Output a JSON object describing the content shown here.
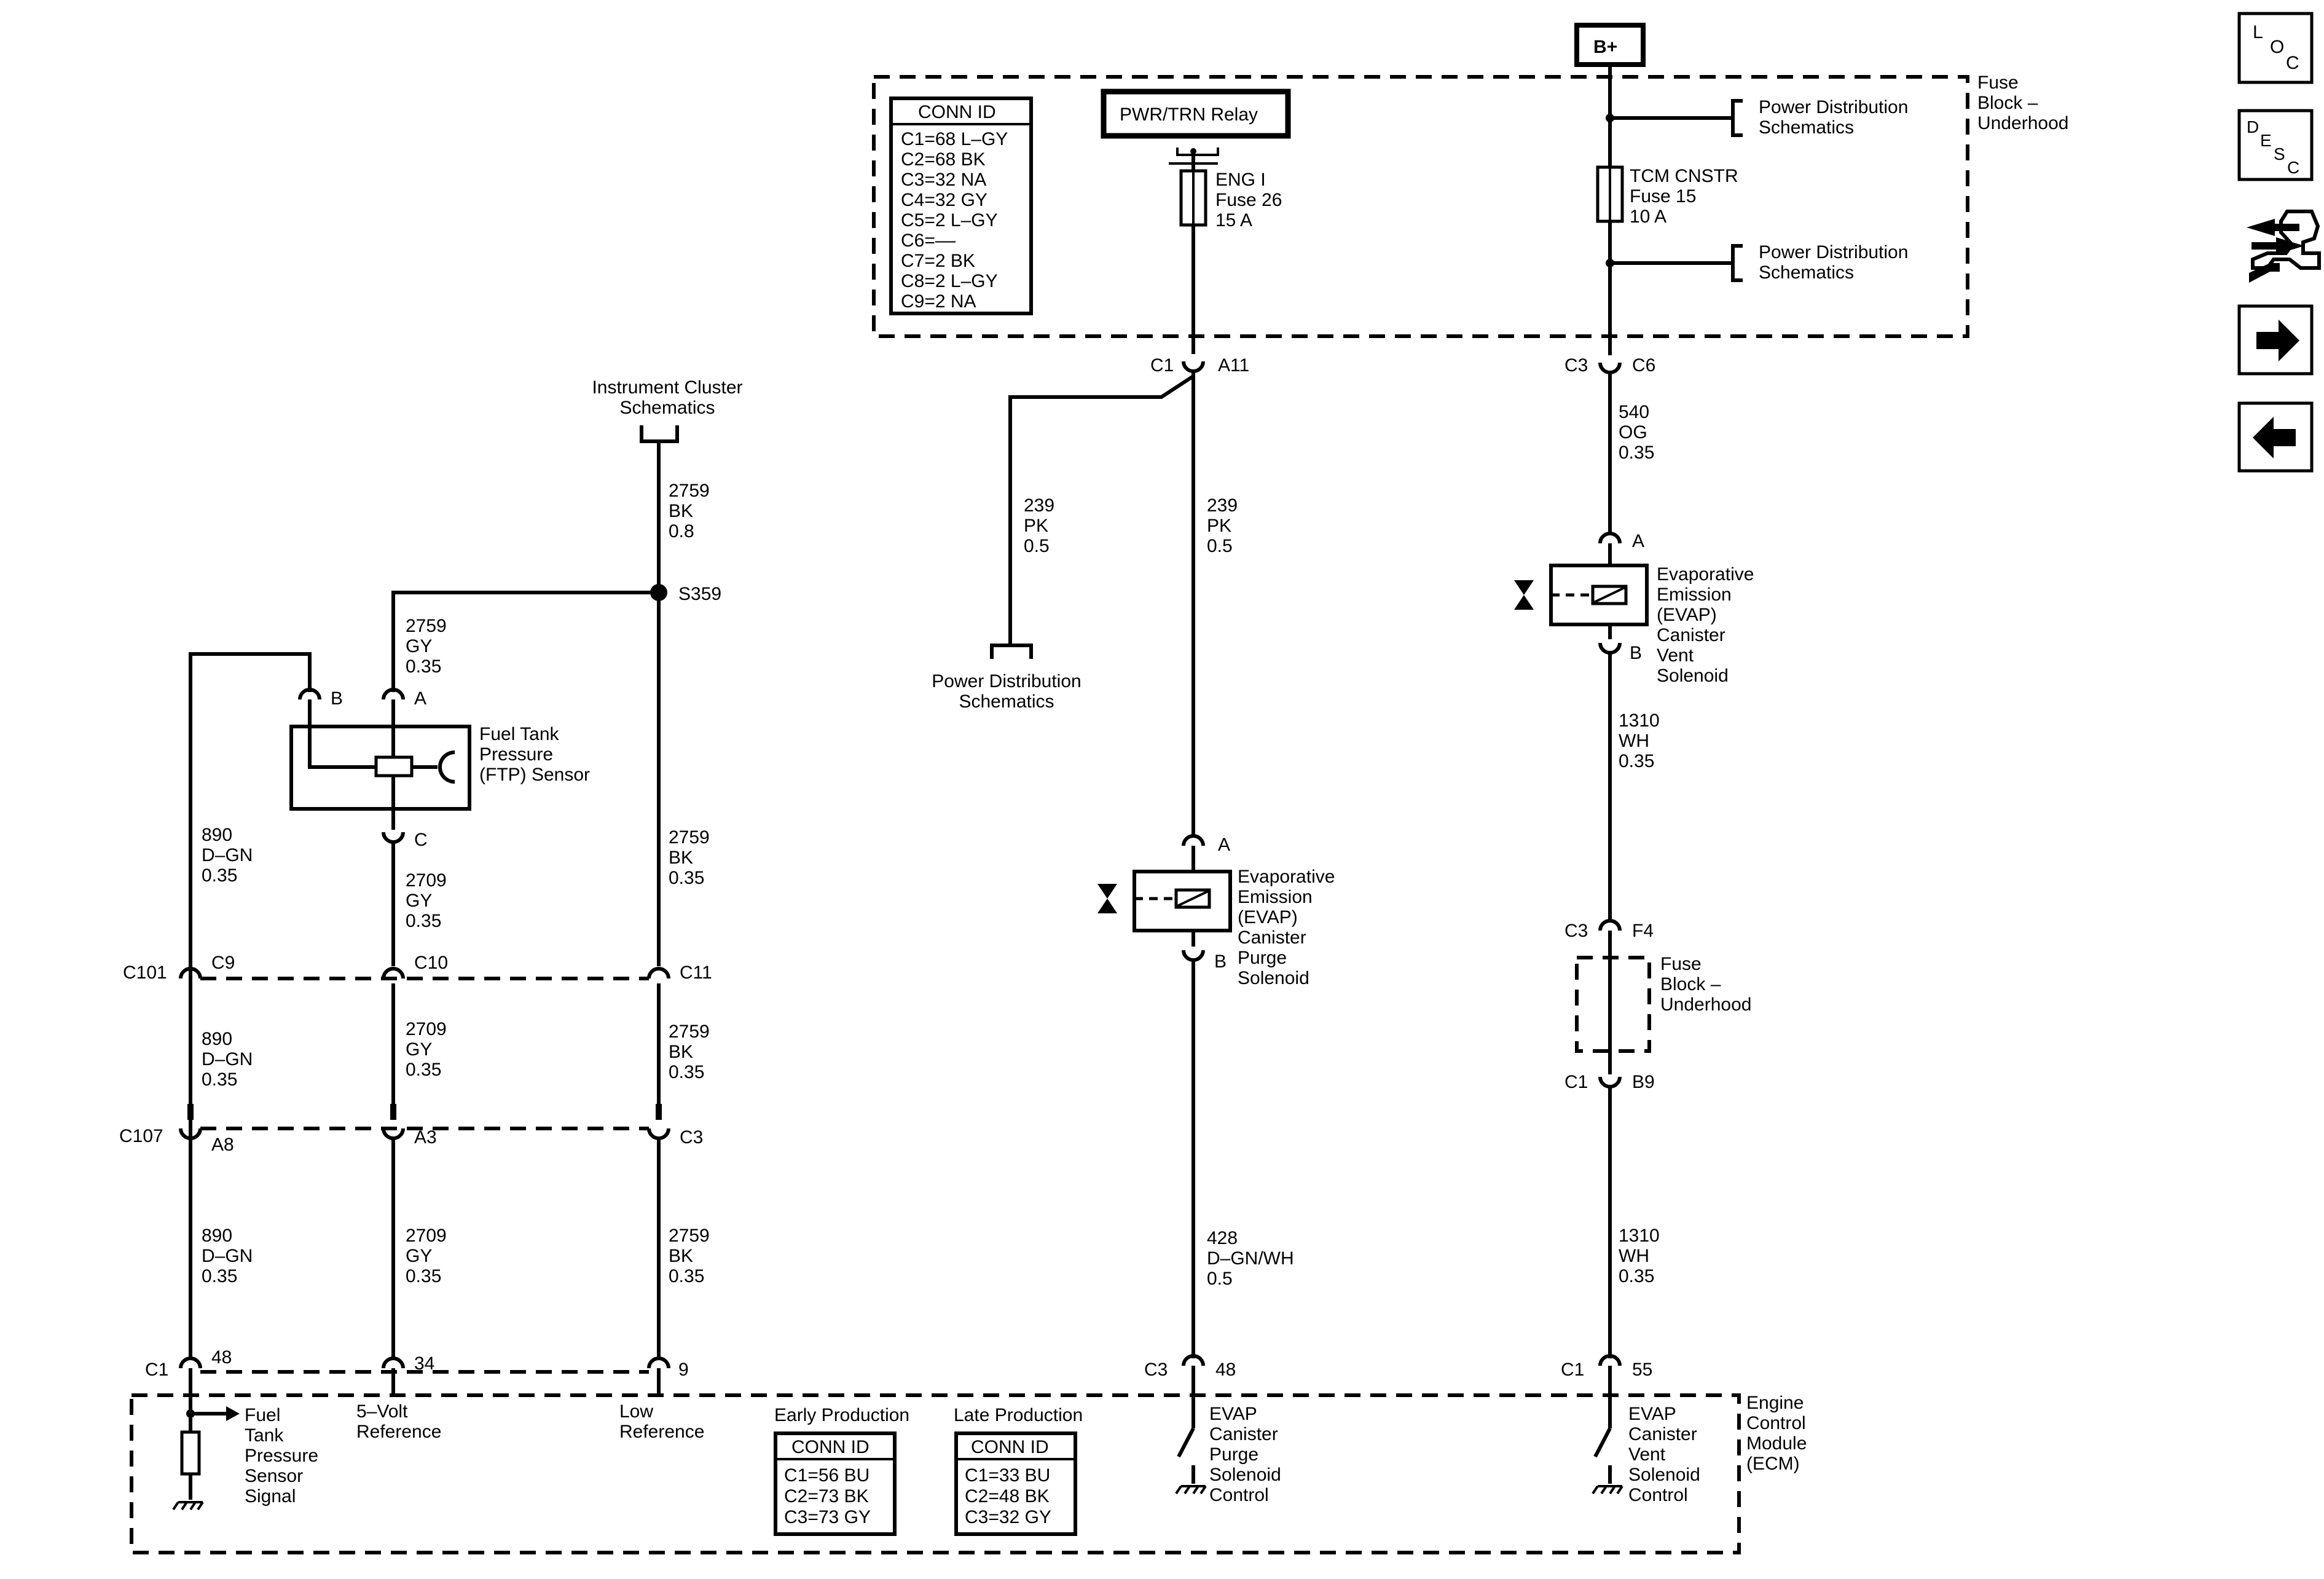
{
  "top": {
    "bplus": "B+",
    "fuse_block_label": [
      "Fuse",
      "Block –",
      "Underhood"
    ],
    "relay": "PWR/TRN Relay",
    "eng_fuse": [
      "ENG I",
      "Fuse 26",
      "15 A"
    ],
    "tcm_fuse": [
      "TCM CNSTR",
      "Fuse 15",
      "10 A"
    ],
    "power_dist_1": [
      "Power Distribution",
      "Schematics"
    ],
    "power_dist_2": [
      "Power Distribution",
      "Schematics"
    ]
  },
  "conn_table_top": {
    "title": "CONN ID",
    "rows": [
      "C1=68 L–GY",
      "C2=68 BK",
      "C3=32 NA",
      "C4=32 GY",
      "C5=2 L–GY",
      "C6=––",
      "C7=2 BK",
      "C8=2 L–GY",
      "C9=2 NA"
    ]
  },
  "connectors": {
    "c1_a11": [
      "C1",
      "A11"
    ],
    "c3_c6": [
      "C3",
      "C6"
    ],
    "c3_f4": [
      "C3",
      "F4"
    ],
    "c1_b9": [
      "C1",
      "B9"
    ],
    "c101": [
      "C101",
      "C9"
    ],
    "c10": "C10",
    "c11": "C11",
    "c107": [
      "C107",
      "A8"
    ],
    "a3": "A3",
    "c3_left": "C3",
    "ecm_c1": [
      "C1",
      "48"
    ],
    "ecm_34": "34",
    "ecm_9": "9",
    "ecm_c3_48": [
      "C3",
      "48"
    ],
    "ecm_c1_55": [
      "C1",
      "55"
    ],
    "s359": "S359"
  },
  "wires": {
    "w2759_top": [
      "2759",
      "BK",
      "0.8"
    ],
    "w2759_gy": [
      "2759",
      "GY",
      "0.35"
    ],
    "w2759_bk_1": [
      "2759",
      "BK",
      "0.35"
    ],
    "w2759_bk_2": [
      "2759",
      "BK",
      "0.35"
    ],
    "w2759_bk_3": [
      "2759",
      "BK",
      "0.35"
    ],
    "w890_1": [
      "890",
      "D–GN",
      "0.35"
    ],
    "w890_2": [
      "890",
      "D–GN",
      "0.35"
    ],
    "w890_3": [
      "890",
      "D–GN",
      "0.35"
    ],
    "w2709_1": [
      "2709",
      "GY",
      "0.35"
    ],
    "w2709_2": [
      "2709",
      "GY",
      "0.35"
    ],
    "w2709_3": [
      "2709",
      "GY",
      "0.35"
    ],
    "w239_left": [
      "239",
      "PK",
      "0.5"
    ],
    "w239_right": [
      "239",
      "PK",
      "0.5"
    ],
    "w540": [
      "540",
      "OG",
      "0.35"
    ],
    "w1310_1": [
      "1310",
      "WH",
      "0.35"
    ],
    "w1310_2": [
      "1310",
      "WH",
      "0.35"
    ],
    "w428": [
      "428",
      "D–GN/WH",
      "0.5"
    ]
  },
  "components": {
    "instrument_cluster": [
      "Instrument Cluster",
      "Schematics"
    ],
    "ftp_sensor": [
      "Fuel Tank",
      "Pressure",
      "(FTP) Sensor"
    ],
    "pin_b": "B",
    "pin_a": "A",
    "pin_c": "C",
    "power_dist_mid": [
      "Power Distribution",
      "Schematics"
    ],
    "purge_solenoid": [
      "Evaporative",
      "Emission",
      "(EVAP)",
      "Canister",
      "Purge",
      "Solenoid"
    ],
    "purge_pin_a": "A",
    "purge_pin_b": "B",
    "vent_solenoid": [
      "Evaporative",
      "Emission",
      "(EVAP)",
      "Canister",
      "Vent",
      "Solenoid"
    ],
    "vent_pin_a": "A",
    "vent_pin_b": "B",
    "fuse_block_mid": [
      "Fuse",
      "Block –",
      "Underhood"
    ]
  },
  "ecm": {
    "label": [
      "Engine",
      "Control",
      "Module",
      "(ECM)"
    ],
    "ftp_signal": [
      "Fuel",
      "Tank",
      "Pressure",
      "Sensor",
      "Signal"
    ],
    "ref_5v": [
      "5–Volt",
      "Reference"
    ],
    "low_ref": [
      "Low",
      "Reference"
    ],
    "purge_ctrl": [
      "EVAP",
      "Canister",
      "Purge",
      "Solenoid",
      "Control"
    ],
    "vent_ctrl": [
      "EVAP",
      "Canister",
      "Vent",
      "Solenoid",
      "Control"
    ],
    "early": {
      "title": "Early Production",
      "header": "CONN ID",
      "rows": [
        "C1=56 BU",
        "C2=73 BK",
        "C3=73 GY"
      ]
    },
    "late": {
      "title": "Late Production",
      "header": "CONN ID",
      "rows": [
        "C1=33 BU",
        "C2=48 BK",
        "C3=32 GY"
      ]
    }
  },
  "nav": {
    "loc": [
      "L",
      "O",
      "C"
    ],
    "desc": [
      "D",
      "E",
      "S",
      "C"
    ],
    "tools_icon": "tools-icon",
    "next_icon": "arrow-right-icon",
    "prev_icon": "arrow-left-icon"
  }
}
